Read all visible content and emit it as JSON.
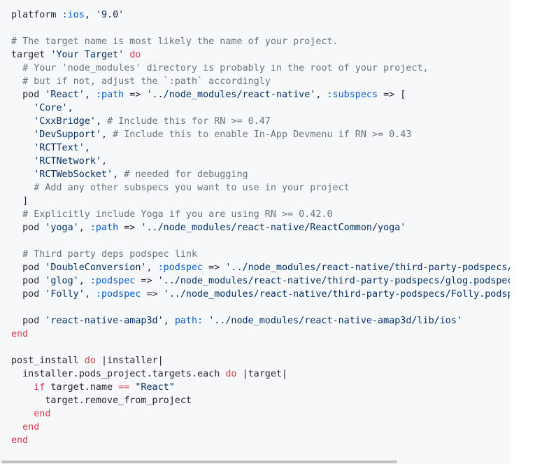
{
  "colors": {
    "panel_background": "#f6f8fa",
    "plain": "#24292e",
    "comment": "#6a737d",
    "string": "#032f62",
    "symbol": "#005cc5",
    "keyword": "#d73a49"
  },
  "code": {
    "language": "ruby",
    "lines": [
      [
        [
          "plain",
          "platform "
        ],
        [
          "symbol",
          ":ios"
        ],
        [
          "plain",
          ", "
        ],
        [
          "string",
          "'9.0'"
        ]
      ],
      [],
      [
        [
          "comment",
          "# The target name is most likely the name of your project."
        ]
      ],
      [
        [
          "plain",
          "target "
        ],
        [
          "string",
          "'Your Target'"
        ],
        [
          "plain",
          " "
        ],
        [
          "keyword",
          "do"
        ]
      ],
      [
        [
          "plain",
          "  "
        ],
        [
          "comment",
          "# Your 'node_modules' directory is probably in the root of your project,"
        ]
      ],
      [
        [
          "plain",
          "  "
        ],
        [
          "comment",
          "# but if not, adjust the `:path` accordingly"
        ]
      ],
      [
        [
          "plain",
          "  pod "
        ],
        [
          "string",
          "'React'"
        ],
        [
          "plain",
          ", "
        ],
        [
          "symbol",
          ":path"
        ],
        [
          "plain",
          " => "
        ],
        [
          "string",
          "'../node_modules/react-native'"
        ],
        [
          "plain",
          ", "
        ],
        [
          "symbol",
          ":subspecs"
        ],
        [
          "plain",
          " => ["
        ]
      ],
      [
        [
          "plain",
          "    "
        ],
        [
          "string",
          "'Core'"
        ],
        [
          "plain",
          ","
        ]
      ],
      [
        [
          "plain",
          "    "
        ],
        [
          "string",
          "'CxxBridge'"
        ],
        [
          "plain",
          ", "
        ],
        [
          "comment",
          "# Include this for RN >= 0.47"
        ]
      ],
      [
        [
          "plain",
          "    "
        ],
        [
          "string",
          "'DevSupport'"
        ],
        [
          "plain",
          ", "
        ],
        [
          "comment",
          "# Include this to enable In-App Devmenu if RN >= 0.43"
        ]
      ],
      [
        [
          "plain",
          "    "
        ],
        [
          "string",
          "'RCTText'"
        ],
        [
          "plain",
          ","
        ]
      ],
      [
        [
          "plain",
          "    "
        ],
        [
          "string",
          "'RCTNetwork'"
        ],
        [
          "plain",
          ","
        ]
      ],
      [
        [
          "plain",
          "    "
        ],
        [
          "string",
          "'RCTWebSocket'"
        ],
        [
          "plain",
          ", "
        ],
        [
          "comment",
          "# needed for debugging"
        ]
      ],
      [
        [
          "plain",
          "    "
        ],
        [
          "comment",
          "# Add any other subspecs you want to use in your project"
        ]
      ],
      [
        [
          "plain",
          "  ]"
        ]
      ],
      [
        [
          "plain",
          "  "
        ],
        [
          "comment",
          "# Explicitly include Yoga if you are using RN >= 0.42.0"
        ]
      ],
      [
        [
          "plain",
          "  pod "
        ],
        [
          "string",
          "'yoga'"
        ],
        [
          "plain",
          ", "
        ],
        [
          "symbol",
          ":path"
        ],
        [
          "plain",
          " => "
        ],
        [
          "string",
          "'../node_modules/react-native/ReactCommon/yoga'"
        ]
      ],
      [],
      [
        [
          "plain",
          "  "
        ],
        [
          "comment",
          "# Third party deps podspec link"
        ]
      ],
      [
        [
          "plain",
          "  pod "
        ],
        [
          "string",
          "'DoubleConversion'"
        ],
        [
          "plain",
          ", "
        ],
        [
          "symbol",
          ":podspec"
        ],
        [
          "plain",
          " => "
        ],
        [
          "string",
          "'../node_modules/react-native/third-party-podspecs/Do"
        ]
      ],
      [
        [
          "plain",
          "  pod "
        ],
        [
          "string",
          "'glog'"
        ],
        [
          "plain",
          ", "
        ],
        [
          "symbol",
          ":podspec"
        ],
        [
          "plain",
          " => "
        ],
        [
          "string",
          "'../node_modules/react-native/third-party-podspecs/glog.podspec'"
        ]
      ],
      [
        [
          "plain",
          "  pod "
        ],
        [
          "string",
          "'Folly'"
        ],
        [
          "plain",
          ", "
        ],
        [
          "symbol",
          ":podspec"
        ],
        [
          "plain",
          " => "
        ],
        [
          "string",
          "'../node_modules/react-native/third-party-podspecs/Folly.podspec"
        ]
      ],
      [],
      [
        [
          "plain",
          "  pod "
        ],
        [
          "string",
          "'react-native-amap3d'"
        ],
        [
          "plain",
          ", "
        ],
        [
          "symbol",
          "path:"
        ],
        [
          "plain",
          " "
        ],
        [
          "string",
          "'../node_modules/react-native-amap3d/lib/ios'"
        ]
      ],
      [
        [
          "keyword",
          "end"
        ]
      ],
      [],
      [
        [
          "plain",
          "post_install "
        ],
        [
          "keyword",
          "do"
        ],
        [
          "plain",
          " |installer|"
        ]
      ],
      [
        [
          "plain",
          "  installer.pods_project.targets.each "
        ],
        [
          "keyword",
          "do"
        ],
        [
          "plain",
          " |target|"
        ]
      ],
      [
        [
          "plain",
          "    "
        ],
        [
          "keyword",
          "if"
        ],
        [
          "plain",
          " target.name "
        ],
        [
          "keyword",
          "=="
        ],
        [
          "plain",
          " "
        ],
        [
          "string",
          "\"React\""
        ]
      ],
      [
        [
          "plain",
          "      target.remove_from_project"
        ]
      ],
      [
        [
          "plain",
          "    "
        ],
        [
          "keyword",
          "end"
        ]
      ],
      [
        [
          "plain",
          "  "
        ],
        [
          "keyword",
          "end"
        ]
      ],
      [
        [
          "keyword",
          "end"
        ]
      ]
    ]
  }
}
